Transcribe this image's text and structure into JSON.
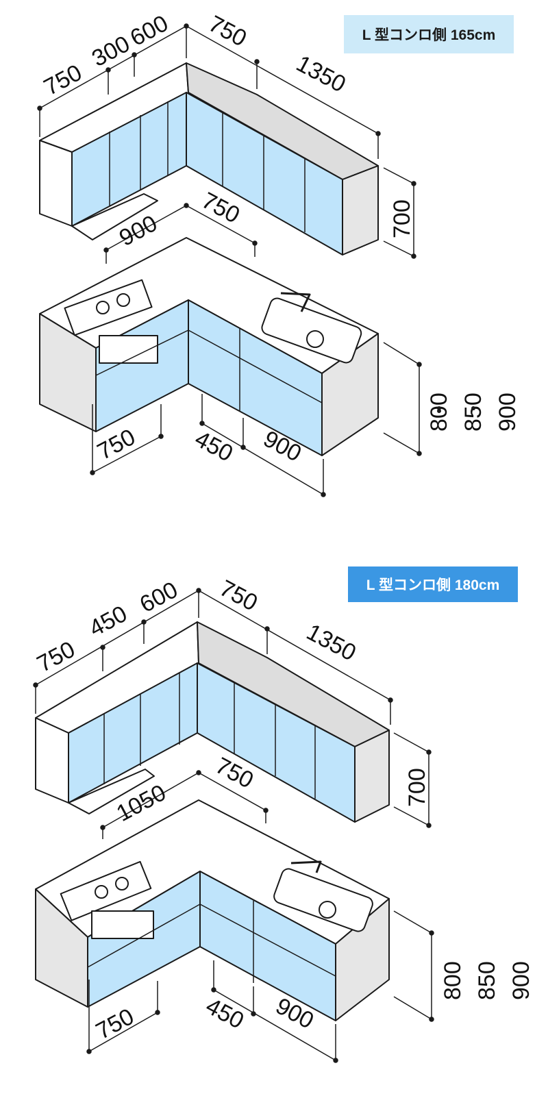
{
  "diagrams": [
    {
      "badge": "L 型コンロ側 165cm",
      "upper": {
        "w1": "750",
        "w2": "300",
        "w3": "600",
        "w4": "750",
        "w5": "1350",
        "height": "700"
      },
      "counter": {
        "left": "900",
        "right": "750"
      },
      "lower": {
        "left": "750",
        "mid": "450",
        "right": "900",
        "h1": "800",
        "h2": "850",
        "h3": "900"
      }
    },
    {
      "badge": "L 型コンロ側 180cm",
      "upper": {
        "w1": "750",
        "w2": "450",
        "w3": "600",
        "w4": "750",
        "w5": "1350",
        "height": "700"
      },
      "counter": {
        "left": "1050",
        "right": "750"
      },
      "lower": {
        "left": "750",
        "mid": "450",
        "right": "900",
        "h1": "800",
        "h2": "850",
        "h3": "900"
      }
    }
  ],
  "colors": {
    "door": "#bfe4fb",
    "top": "#dedede",
    "side": "#e6e6e6",
    "line": "#1a1a1a"
  }
}
